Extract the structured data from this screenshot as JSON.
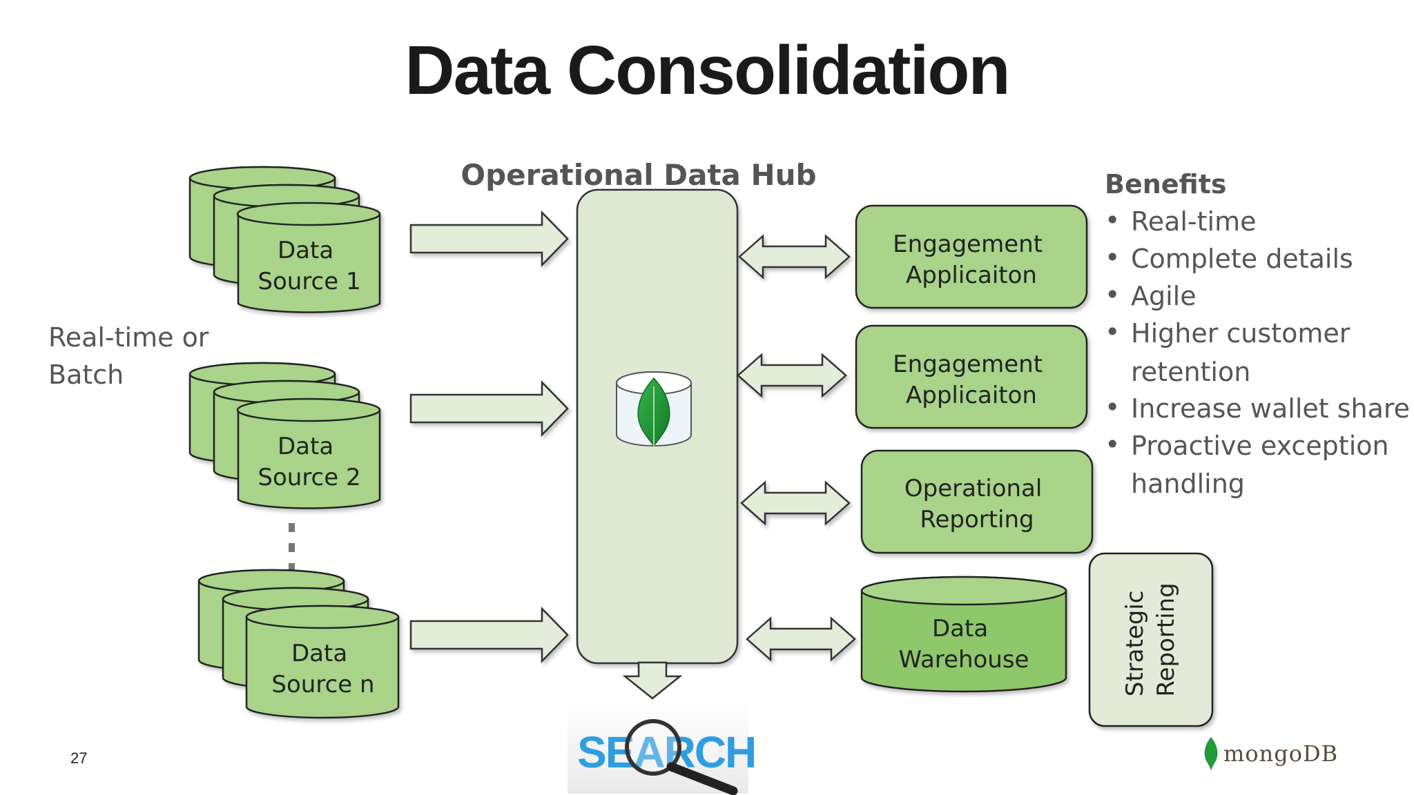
{
  "title": "Data Consolidation",
  "hub_label": "Operational Data Hub",
  "ingest_label": [
    "Real-time or",
    "Batch"
  ],
  "sources": [
    {
      "lines": [
        "Data",
        "Source 1"
      ]
    },
    {
      "lines": [
        "Data",
        "Source 2"
      ]
    },
    {
      "lines": [
        "Data",
        "Source n"
      ]
    }
  ],
  "consumers": [
    {
      "lines": [
        "Engagement",
        "Applicaiton"
      ]
    },
    {
      "lines": [
        "Engagement",
        "Applicaiton"
      ]
    },
    {
      "lines": [
        "Operational",
        "Reporting"
      ]
    }
  ],
  "warehouse": [
    "Data",
    "Warehouse"
  ],
  "strategic": [
    "Strategic",
    "Reporting"
  ],
  "benefits": {
    "heading": "Benefits",
    "items": [
      [
        "Real-time"
      ],
      [
        "Complete details"
      ],
      [
        "Agile"
      ],
      [
        "Higher customer",
        "retention"
      ],
      [
        "Increase wallet share"
      ],
      [
        "Proactive exception",
        "handling"
      ]
    ]
  },
  "search_label": "SEARCH",
  "footer": {
    "page_number": "27",
    "logo_text": "mongoDB"
  },
  "colors": {
    "box_green": "#a9d48a",
    "box_green_dark": "#8fc86a",
    "hub_fill": "#dfe9d2",
    "arrow_fill": "#e3edd9",
    "strategic_fill": "#e3ebd8",
    "text_gray": "#555555",
    "search_blue": "#2f9de0",
    "leaf_green": "#1f9b3a"
  }
}
